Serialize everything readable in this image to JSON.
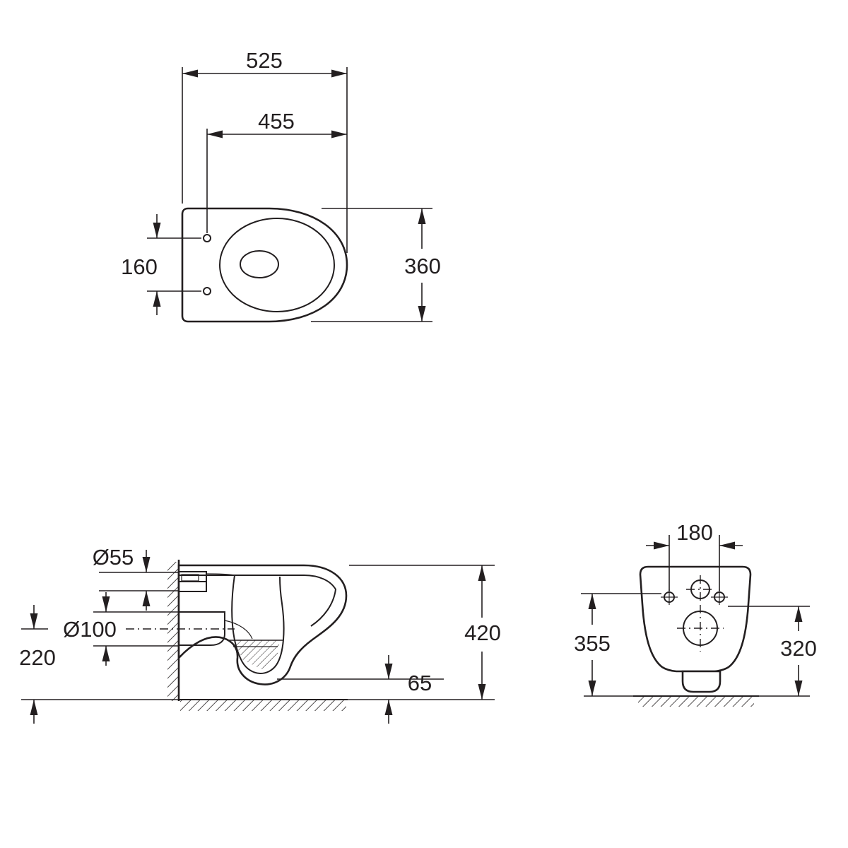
{
  "drawing": {
    "subject": "wall-hung toilet technical dimension drawing",
    "units": "mm",
    "line_color": "#231f20",
    "background_color": "#ffffff",
    "views": {
      "top": {
        "overall_length": "525",
        "inner_length": "455",
        "overall_width": "360",
        "hole_spacing": "160"
      },
      "side": {
        "inlet_diameter": "Ø55",
        "outlet_diameter": "Ø100",
        "outlet_center_height": "220",
        "total_height": "420",
        "floor_clearance": "65"
      },
      "rear": {
        "fixing_hole_spacing": "180",
        "left_height": "355",
        "right_height": "320"
      }
    }
  }
}
